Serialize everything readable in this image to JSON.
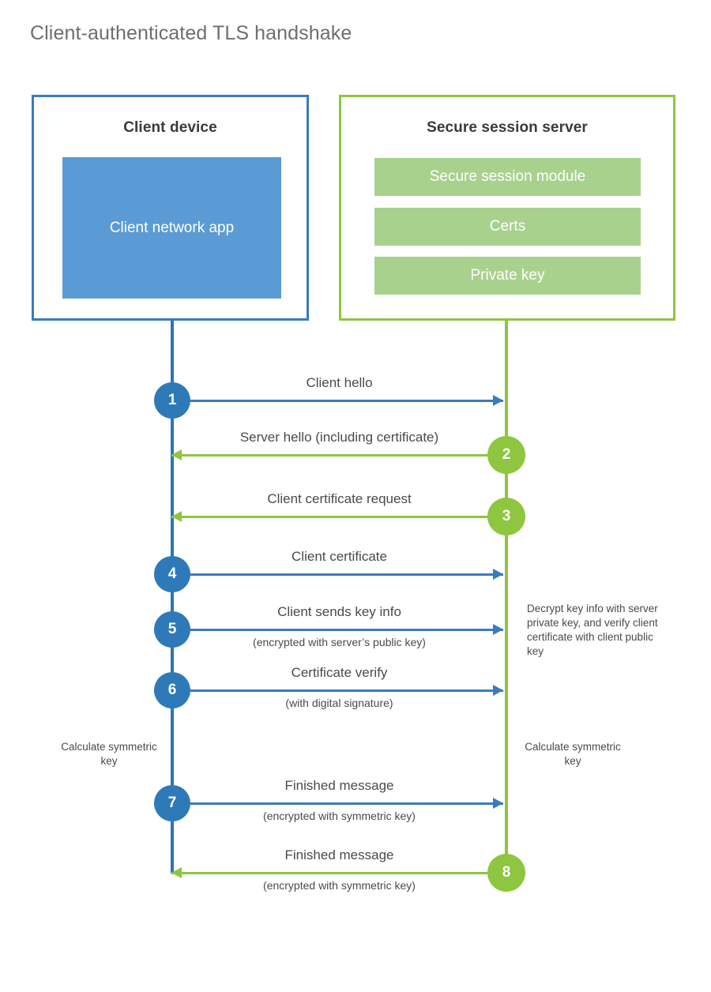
{
  "title": "Client-authenticated TLS handshake",
  "colors": {
    "client_accent": "#2e75b6",
    "client_border": "#3a7bbf",
    "client_fill": "#5b9bd5",
    "server_accent": "#8ec63f",
    "server_fill": "#a9d18e",
    "title_text": "#6d6e71",
    "body_text": "#4a4a4c"
  },
  "client": {
    "title": "Client device",
    "app_label": "Client network app"
  },
  "server": {
    "title": "Secure session server",
    "modules": [
      {
        "label": "Secure session module"
      },
      {
        "label": "Certs"
      },
      {
        "label": "Private key"
      }
    ]
  },
  "notes": {
    "decrypt": "Decrypt key info with server private key, and verify client certificate with client public key",
    "calc_symmetric_client": "Calculate symmetric key",
    "calc_symmetric_server": "Calculate symmetric key"
  },
  "steps": [
    {
      "number": "1",
      "label": "Client hello",
      "sublabel": "",
      "direction": "client-to-server",
      "color": "blue"
    },
    {
      "number": "2",
      "label": "Server hello (including certificate)",
      "sublabel": "",
      "direction": "server-to-client",
      "color": "green"
    },
    {
      "number": "3",
      "label": "Client certificate request",
      "sublabel": "",
      "direction": "server-to-client",
      "color": "green"
    },
    {
      "number": "4",
      "label": "Client certificate",
      "sublabel": "",
      "direction": "client-to-server",
      "color": "blue"
    },
    {
      "number": "5",
      "label": "Client sends key info",
      "sublabel": "(encrypted with server’s public key)",
      "direction": "client-to-server",
      "color": "blue"
    },
    {
      "number": "6",
      "label": "Certificate verify",
      "sublabel": "(with digital signature)",
      "direction": "client-to-server",
      "color": "blue"
    },
    {
      "number": "7",
      "label": "Finished message",
      "sublabel": "(encrypted with symmetric key)",
      "direction": "client-to-server",
      "color": "blue"
    },
    {
      "number": "8",
      "label": "Finished message",
      "sublabel": "(encrypted with symmetric key)",
      "direction": "server-to-client",
      "color": "green"
    }
  ]
}
